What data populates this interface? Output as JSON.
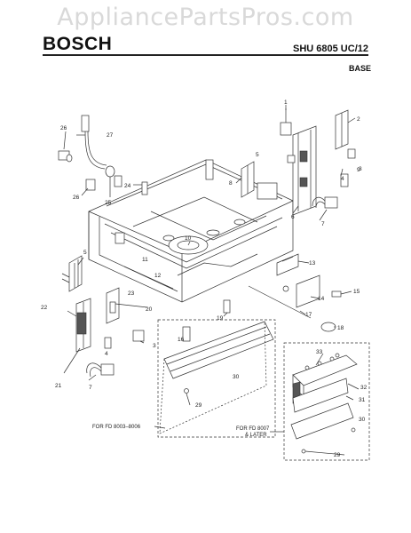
{
  "watermark": "AppliancePartsPros.com",
  "header": {
    "brand": "BOSCH",
    "model": "SHU 6805 UC/12",
    "section": "BASE"
  },
  "callouts": {
    "c1": "1",
    "c2": "2",
    "c3a": "3",
    "c3b": "3",
    "c4a": "4",
    "c4b": "4",
    "c5a": "5",
    "c5b": "5",
    "c6": "6",
    "c7a": "7",
    "c7b": "7",
    "c8": "8",
    "c9": "9",
    "c10": "10",
    "c11": "11",
    "c12": "12",
    "c13": "13",
    "c14": "14",
    "c15": "15",
    "c16": "16",
    "c17": "17",
    "c18": "18",
    "c19": "19",
    "c20": "20",
    "c21": "21",
    "c22": "22",
    "c23": "23",
    "c24": "24",
    "c25": "25",
    "c26a": "26",
    "c26b": "26",
    "c27": "27",
    "c29a": "29",
    "c29b": "29",
    "c30a": "30",
    "c30b": "30",
    "c31": "31",
    "c32": "32",
    "c33": "33"
  },
  "notes": {
    "fd_early": "FOR FD 8003–8006",
    "fd_later_1": "FOR FD 8007",
    "fd_later_2": "& LATER"
  }
}
